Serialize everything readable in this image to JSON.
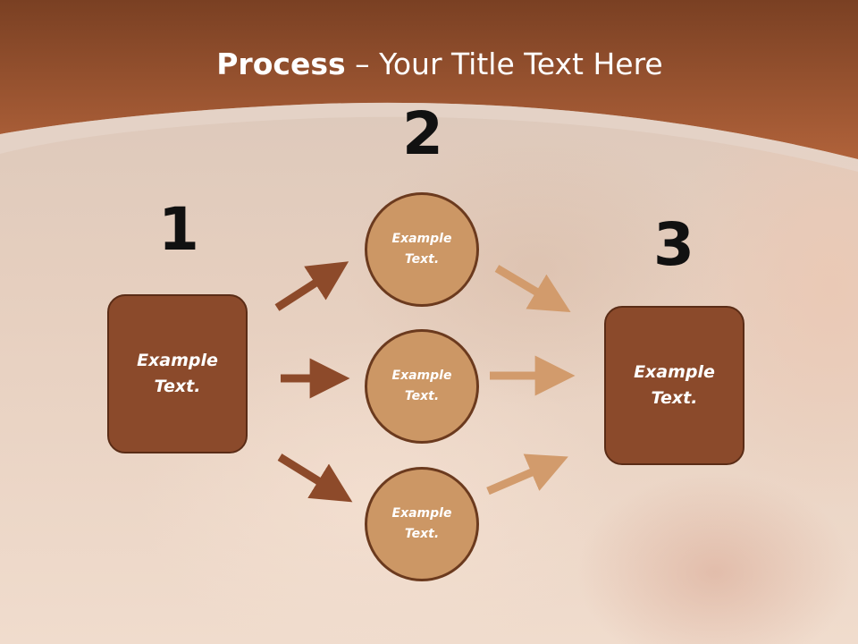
{
  "title": {
    "bold": "Process",
    "rest": " – Your Title Text Here"
  },
  "steps": [
    {
      "number": "1",
      "line1": "Example",
      "line2": "Text."
    },
    {
      "number": "2"
    },
    {
      "number": "3",
      "line1": "Example",
      "line2": "Text."
    }
  ],
  "circles": [
    {
      "line1": "Example",
      "line2": "Text."
    },
    {
      "line1": "Example",
      "line2": "Text."
    },
    {
      "line1": "Example",
      "line2": "Text."
    }
  ],
  "colors": {
    "header": "#9c5532",
    "box_fill": "#8b4a2b",
    "circle_fill": "#cc9765",
    "arrow_dark": "#8d4a2a",
    "arrow_light": "#d29b6c"
  }
}
